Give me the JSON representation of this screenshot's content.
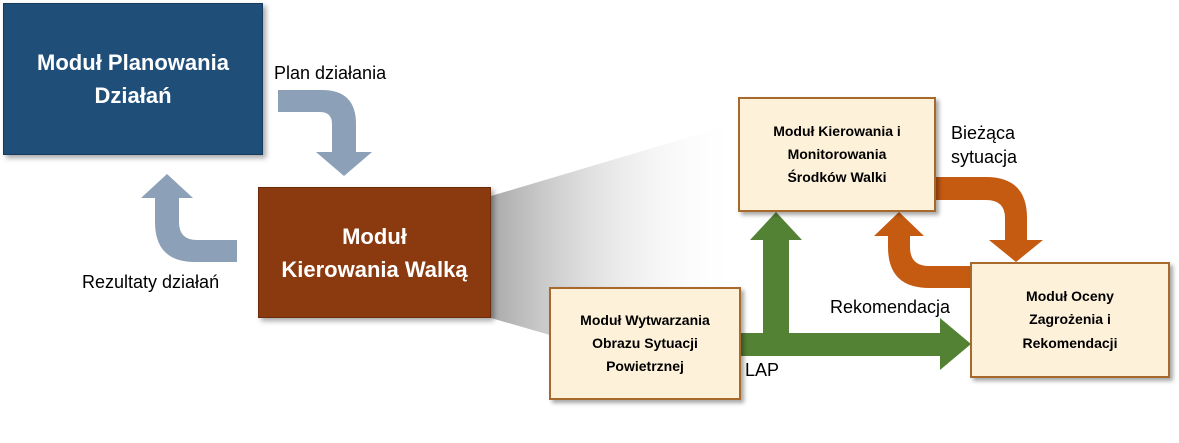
{
  "modules": {
    "planning": "Moduł Planowania\nDziałań",
    "combat_command": "Moduł\nKierowania Walką",
    "monitoring": "Moduł Kierowania i\nMonitorowania\nŚrodków Walki",
    "air_picture": "Moduł Wytwarzania\nObrazu Sytuacji\nPowietrznej",
    "threat_assessment": "Moduł Oceny\nZagrożenia i\nRekomendacji"
  },
  "labels": {
    "plan": "Plan działania",
    "results": "Rezultaty działań",
    "current_situation": "Bieżąca\nsytuacja",
    "recommendation": "Rekomendacja",
    "lap": "LAP"
  },
  "colors": {
    "planning_box": "#1f4e79",
    "combat_box": "#8b3a0f",
    "module_fill": "#fdf1da",
    "module_border": "#a86a2c",
    "blue_arrow": "#8ca0b8",
    "orange_arrow": "#c55a11",
    "green_arrow": "#548235"
  }
}
